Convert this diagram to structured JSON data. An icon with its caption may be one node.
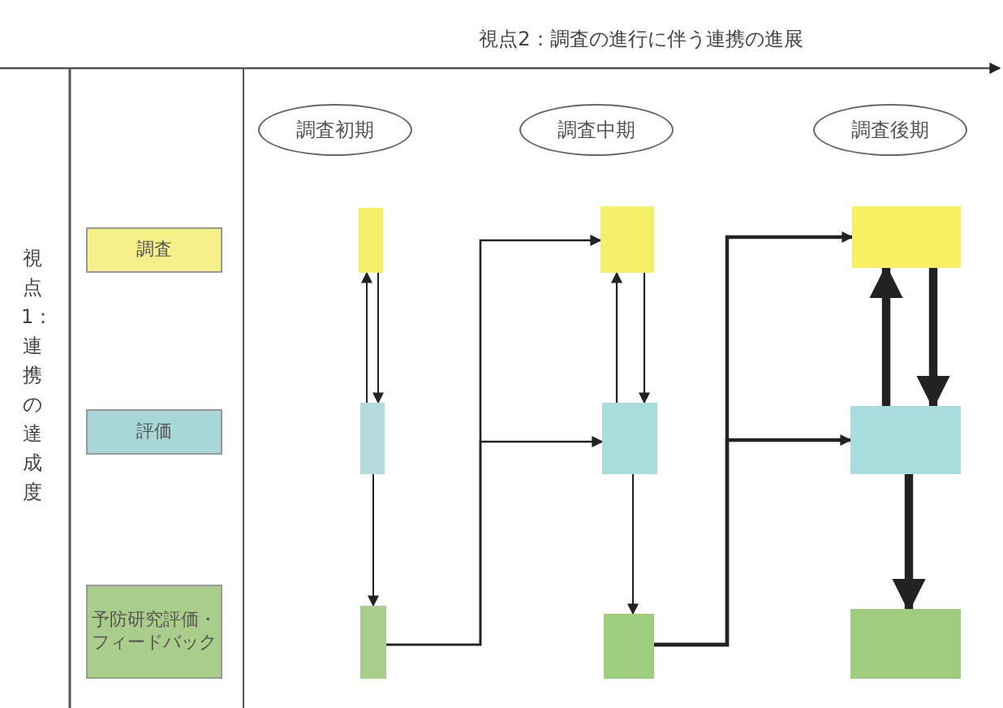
{
  "diagram": {
    "nodes": [
      {
        "text": [
          "調査初期"
        ]
      },
      {
        "text": [
          "調査中期"
        ]
      },
      {
        "text": [
          "調査後期"
        ]
      },
      {
        "text": [
          "調査"
        ]
      },
      {
        "text": [
          "評価"
        ]
      },
      {
        "text": [
          "予防研究評価・フィードバック"
        ]
      },
      {
        "text": [],
        "shape": "box"
      },
      {
        "text": [],
        "shape": "box"
      },
      {
        "text": [],
        "shape": "box"
      },
      {
        "text": [],
        "shape": "box"
      },
      {
        "text": [],
        "shape": "box"
      },
      {
        "text": [],
        "shape": "box"
      },
      {
        "text": [],
        "shape": "box"
      },
      {
        "text": [],
        "shape": "box"
      },
      {
        "text": [],
        "shape": "box"
      }
    ],
    "edges": [
      {
        "from": 7,
        "to": 6,
        "arrow": "to"
      },
      {
        "from": 6,
        "to": 7,
        "arrow": "to"
      },
      {
        "from": 7,
        "to": 8,
        "arrow": "to"
      },
      {
        "from": 8,
        "to": 9,
        "arrow": "to"
      },
      {
        "from": 8,
        "to": 10,
        "arrow": "to"
      },
      {
        "from": 10,
        "to": 9,
        "arrow": "to"
      },
      {
        "from": 9,
        "to": 10,
        "arrow": "to"
      },
      {
        "from": 10,
        "to": 11,
        "arrow": "to"
      },
      {
        "from": 11,
        "to": 12,
        "arrow": "to"
      },
      {
        "from": 11,
        "to": 13,
        "arrow": "to"
      },
      {
        "from": 13,
        "to": 12,
        "arrow": "to",
        "style": "thick"
      },
      {
        "from": 12,
        "to": 13,
        "arrow": "to",
        "style": "thick"
      },
      {
        "from": 13,
        "to": 14,
        "arrow": "to",
        "style": "thick"
      }
    ],
    "labels": [
      "視点2：調査の進行に伴う連携の進展",
      "視点1：連携の達成度"
    ]
  }
}
